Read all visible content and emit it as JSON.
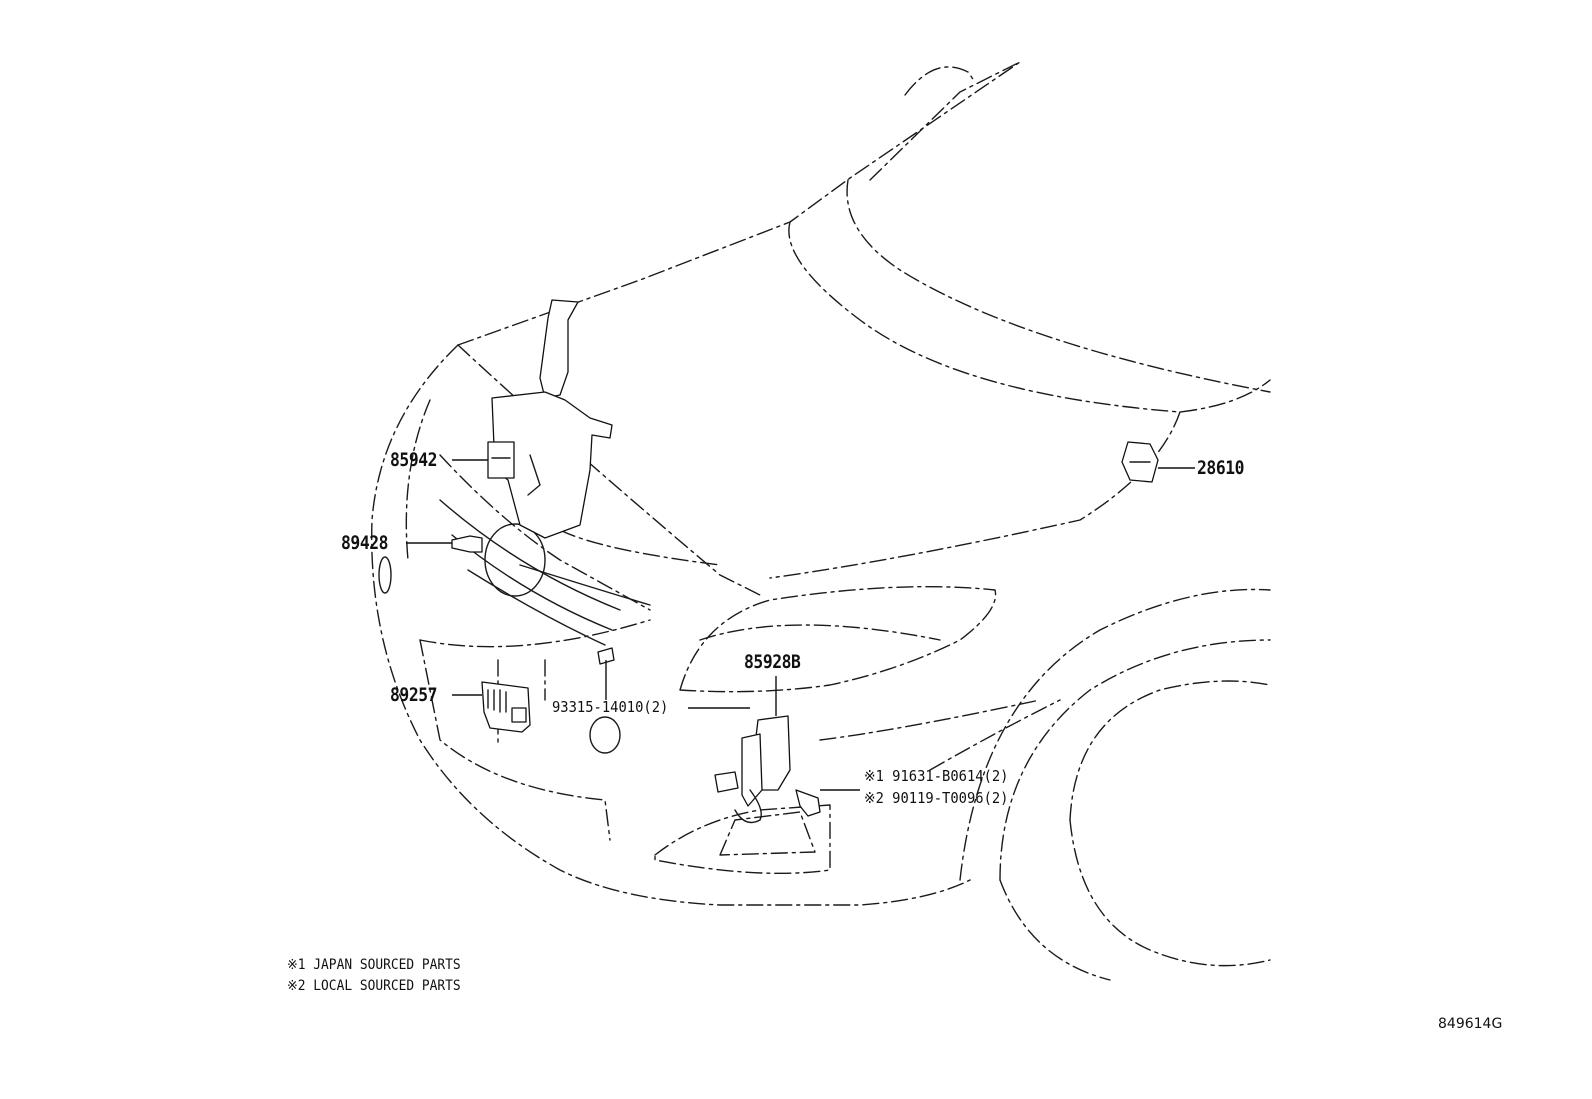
{
  "callouts": {
    "p85942": "85942",
    "p89428": "89428",
    "p89257": "89257",
    "p28610": "28610",
    "p85928b": "85928B",
    "p93315": "93315-14010(2)",
    "p91631": "※1 91631-B0614(2)",
    "p90119": "※2 90119-T0096(2)"
  },
  "notes": {
    "note1": "※1  JAPAN SOURCED PARTS",
    "note2": "※2  LOCAL SOURCED PARTS"
  },
  "illustration_code": "849614G"
}
